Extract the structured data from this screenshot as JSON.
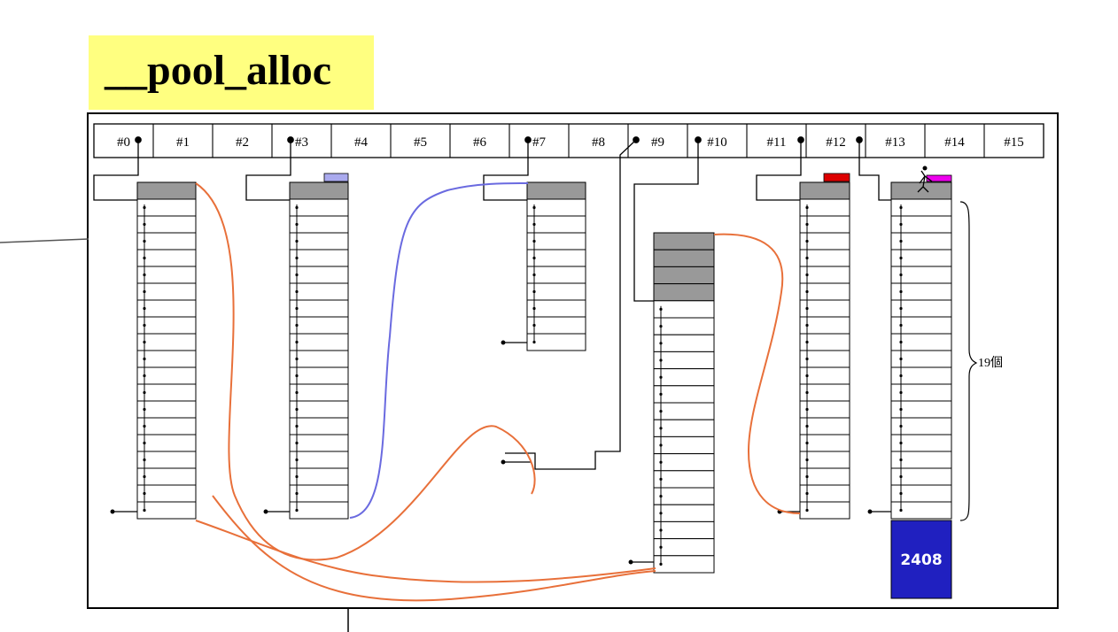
{
  "title": "__pool_alloc",
  "free_list": {
    "slots": [
      "#0",
      "#1",
      "#2",
      "#3",
      "#4",
      "#5",
      "#6",
      "#7",
      "#8",
      "#9",
      "#10",
      "#11",
      "#12",
      "#13",
      "#14",
      "#15"
    ]
  },
  "annotations": {
    "chunk_count_label": "19個",
    "total_label": "2408"
  },
  "colors": {
    "title_bg": "#ffff80",
    "used_block": "#999999",
    "allocated_link": "#e8703a",
    "blue_link": "#6a6ae0",
    "total_block": "#2020c0",
    "marker_red": "#dd0000",
    "marker_magenta": "#ee00ee",
    "marker_lavender": "#aaaaee"
  }
}
